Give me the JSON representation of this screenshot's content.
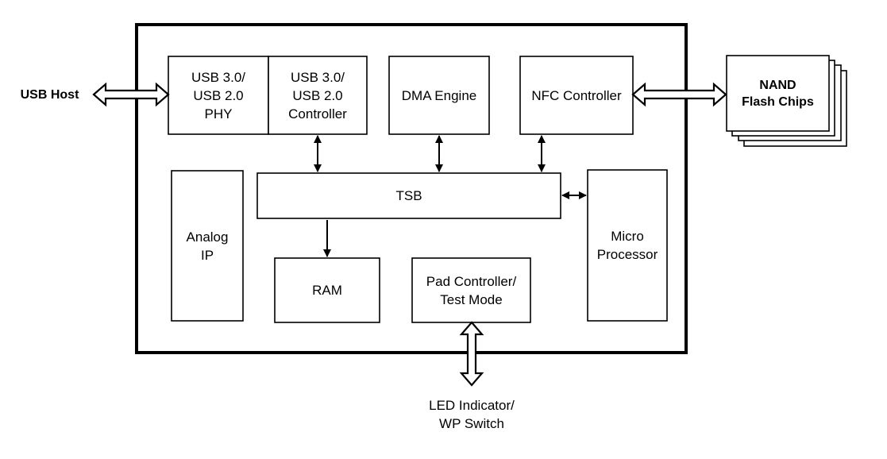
{
  "external": {
    "usb_host": "USB Host",
    "nand": "NAND\nFlash Chips",
    "led": "LED Indicator/\nWP Switch"
  },
  "blocks": {
    "usb_phy": "USB 3.0/\nUSB 2.0\nPHY",
    "usb_controller": "USB 3.0/\nUSB 2.0\nController",
    "dma_engine": "DMA Engine",
    "nfc_controller": "NFC Controller",
    "tsb": "TSB",
    "analog_ip": "Analog\nIP",
    "ram": "RAM",
    "pad_controller": "Pad Controller/\nTest Mode",
    "micro_processor": "Micro\nProcessor"
  }
}
